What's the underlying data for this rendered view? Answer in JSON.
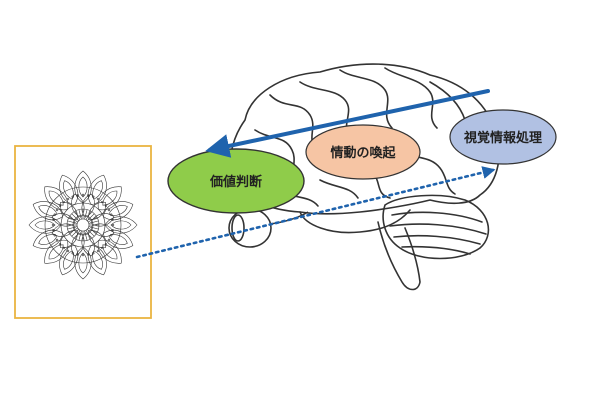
{
  "labels": {
    "value_judgment": "価値判断",
    "emotion_arousal": "情動の喚起",
    "visual_processing": "視覚情報処理"
  },
  "colors": {
    "value_judgment_fill": "#8fcc4a",
    "emotion_fill": "#f6c5a4",
    "visual_fill": "#b1c1e3",
    "arrow_blue": "#1f63ad",
    "frame_gold": "#eab441",
    "line": "#333333"
  },
  "icons": {
    "mandala": "mandala-icon",
    "eye": "eye-icon",
    "brain": "brain-icon"
  }
}
